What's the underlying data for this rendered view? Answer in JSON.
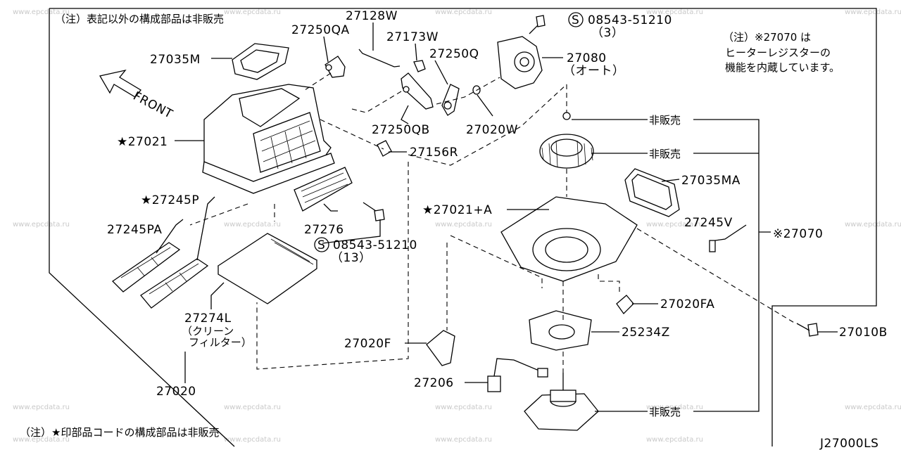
{
  "diagram_code": "J27000LS",
  "front_label": "FRONT",
  "notes": {
    "top_left": "（注）表記以外の構成部品は非販売",
    "top_right_1": "（注）※27070 は",
    "top_right_2": "ヒーターレジスターの",
    "top_right_3": "機能を内蔵しています。",
    "bottom_left": "（注）★印部品コードの構成部品は非販売"
  },
  "labels": {
    "p27128W": "27128W",
    "p27250QA": "27250QA",
    "p27173W": "27173W",
    "p27035M": "27035M",
    "p27250Q": "27250Q",
    "p27080": "27080",
    "p27080_sub": "（オート）",
    "p08543_top": "08543-51210",
    "p08543_top_qty": "（3）",
    "p27021": "★27021",
    "p27250QB": "27250QB",
    "p27020W": "27020W",
    "p27156R": "27156R",
    "p27245P": "★27245P",
    "p27245PA": "27245PA",
    "p27276": "27276",
    "p08543_mid": "08543-51210",
    "p08543_mid_qty": "（13）",
    "p27274L": "27274L",
    "p27274L_sub1": "（クリーン",
    "p27274L_sub2": "フィルター）",
    "p27020": "27020",
    "hanbai1": "非販売",
    "hanbai2": "非販売",
    "hanbai3": "非販売",
    "p27035MA": "27035MA",
    "p27021A": "★27021+A",
    "p27245V": "27245V",
    "p27070": "※27070",
    "p27020FA": "27020FA",
    "p25234Z": "25234Z",
    "p27010B": "27010B",
    "p27020F": "27020F",
    "p27206": "27206"
  },
  "watermark": "www.epcdata.ru"
}
